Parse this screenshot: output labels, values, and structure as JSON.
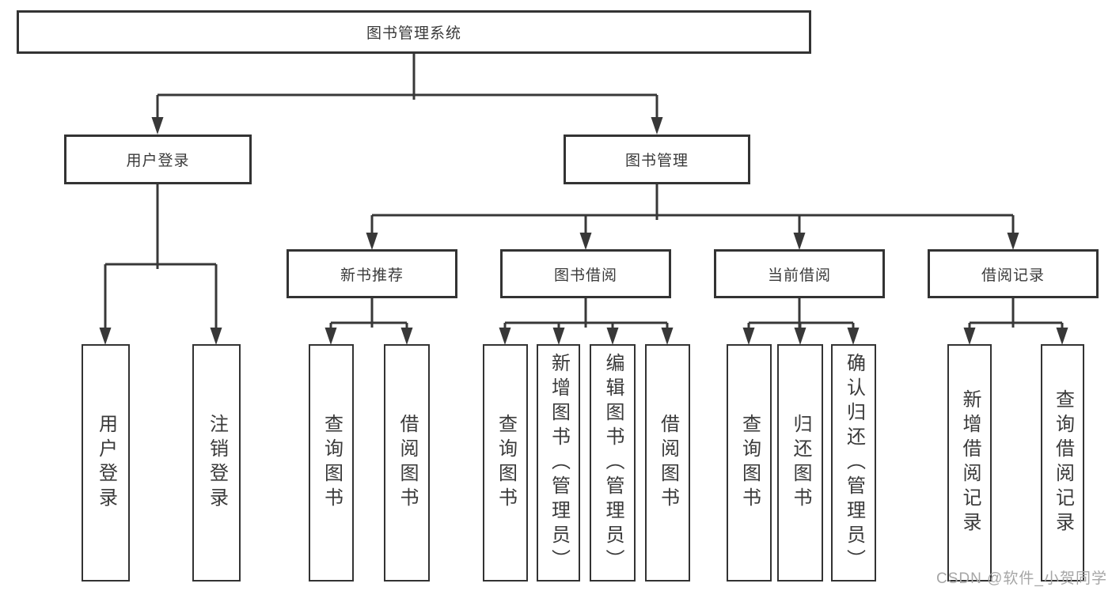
{
  "tree": {
    "label": "图书管理系统",
    "children": [
      {
        "label": "用户登录",
        "children": [
          {
            "label": "用户登录"
          },
          {
            "label": "注销登录"
          }
        ]
      },
      {
        "label": "图书管理",
        "children": [
          {
            "label": "新书推荐",
            "children": [
              {
                "label": "查询图书"
              },
              {
                "label": "借阅图书"
              }
            ]
          },
          {
            "label": "图书借阅",
            "children": [
              {
                "label": "查询图书"
              },
              {
                "label": "新增图书（管理员）"
              },
              {
                "label": "编辑图书（管理员）"
              },
              {
                "label": "借阅图书"
              }
            ]
          },
          {
            "label": "当前借阅",
            "children": [
              {
                "label": "查询图书"
              },
              {
                "label": "归还图书"
              },
              {
                "label": "确认归还（管理员）"
              }
            ]
          },
          {
            "label": "借阅记录",
            "children": [
              {
                "label": "新增借阅记录"
              },
              {
                "label": "查询借阅记录"
              }
            ]
          }
        ]
      }
    ]
  },
  "watermark": "CSDN @软件_小贺同学",
  "colors": {
    "line": "#383838",
    "box_border": "#333333",
    "text": "#3a3a3a",
    "watermark": "#a6a6a6",
    "background": "#ffffff"
  }
}
